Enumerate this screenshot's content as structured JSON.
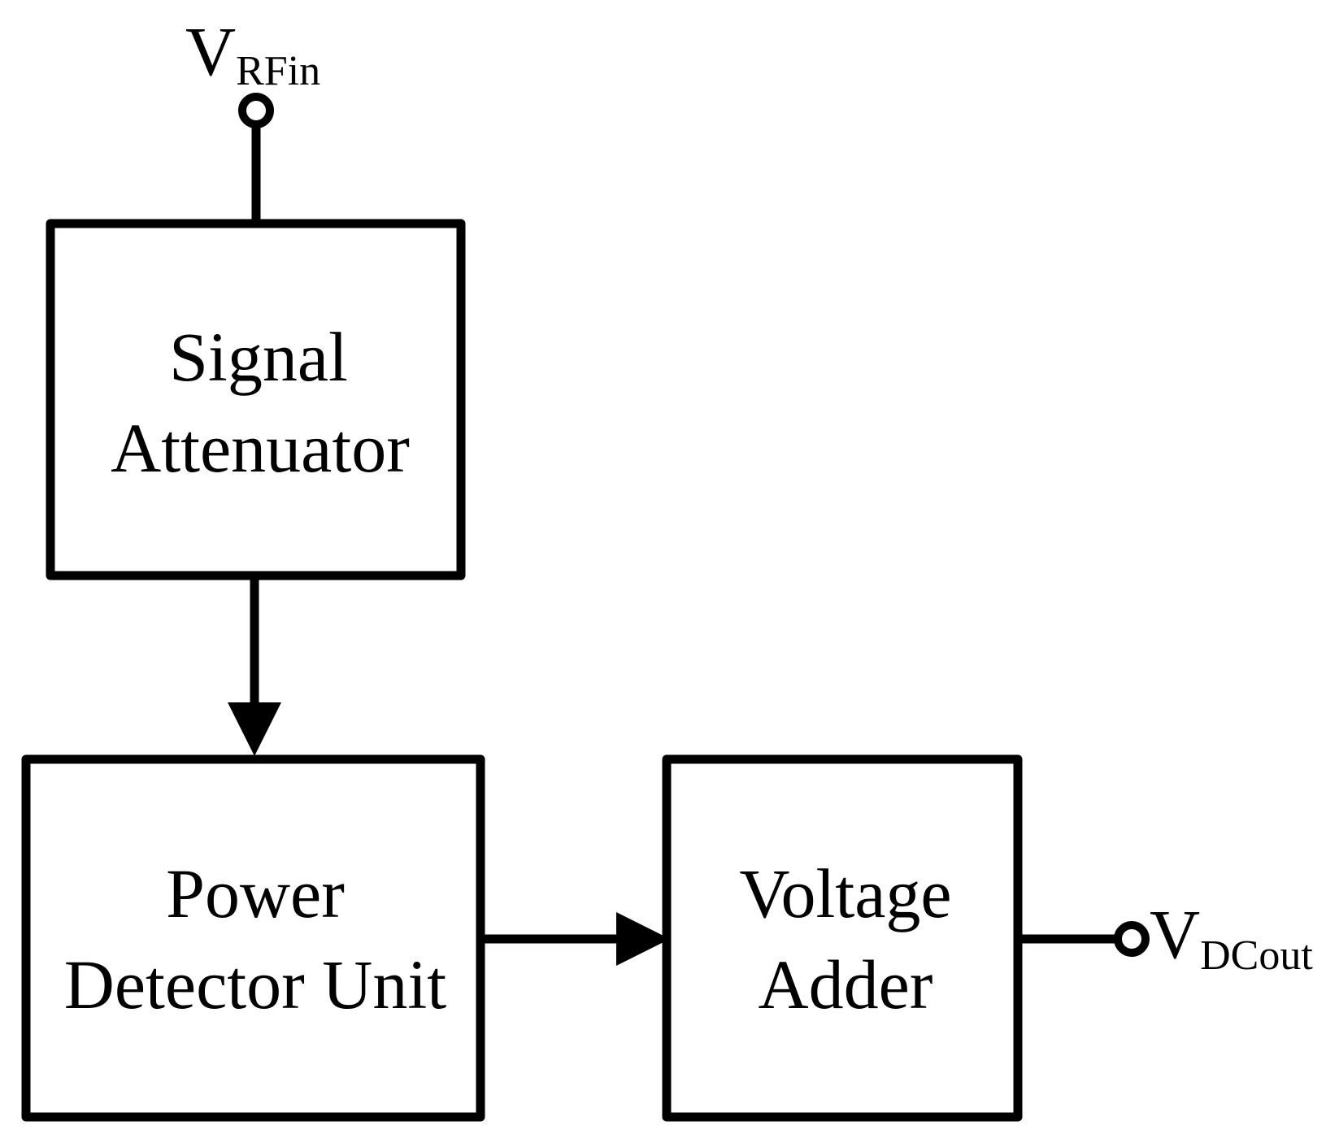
{
  "diagram": {
    "input_terminal": {
      "symbol": "V",
      "subscript": "RFin"
    },
    "output_terminal": {
      "symbol": "V",
      "subscript": "DCout"
    },
    "blocks": {
      "signal_attenuator": {
        "line1": "Signal",
        "line2": "Attenuator"
      },
      "power_detector_unit": {
        "line1": "Power",
        "line2": "Detector Unit"
      },
      "voltage_adder": {
        "line1": "Voltage",
        "line2": "Adder"
      }
    },
    "colors": {
      "stroke": "#000000",
      "background": "#ffffff"
    }
  }
}
